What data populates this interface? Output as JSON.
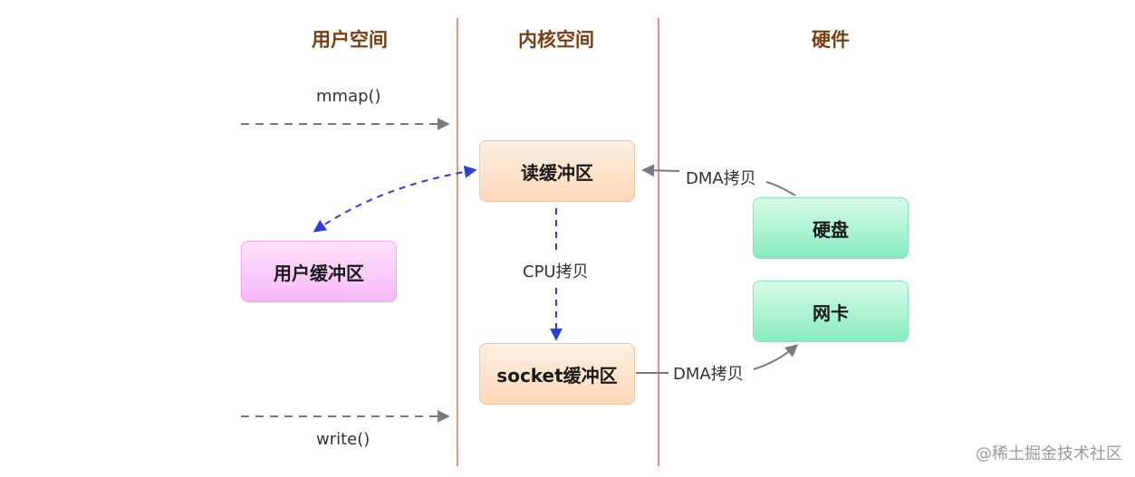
{
  "columns": {
    "user_space": "用户空间",
    "kernel_space": "内核空间",
    "hardware": "硬件"
  },
  "boxes": {
    "read_buffer": "读缓冲区",
    "user_buffer": "用户缓冲区",
    "socket_buffer": "socket缓冲区",
    "disk": "硬盘",
    "nic": "网卡"
  },
  "labels": {
    "mmap": "mmap()",
    "write": "write()",
    "cpu_copy": "CPU拷贝",
    "dma_copy_in": "DMA拷贝",
    "dma_copy_out": "DMA拷贝"
  },
  "watermark": "@稀土掘金技术社区",
  "colors": {
    "header_text": "#7a3e10",
    "divider": "#e0957a",
    "kernel_box": "#fdd8b8",
    "user_box": "#f8b8f6",
    "hardware_box": "#86ecc0",
    "gray_arrow": "#7a7a7a",
    "blue_arrow": "#2f3fd6"
  }
}
